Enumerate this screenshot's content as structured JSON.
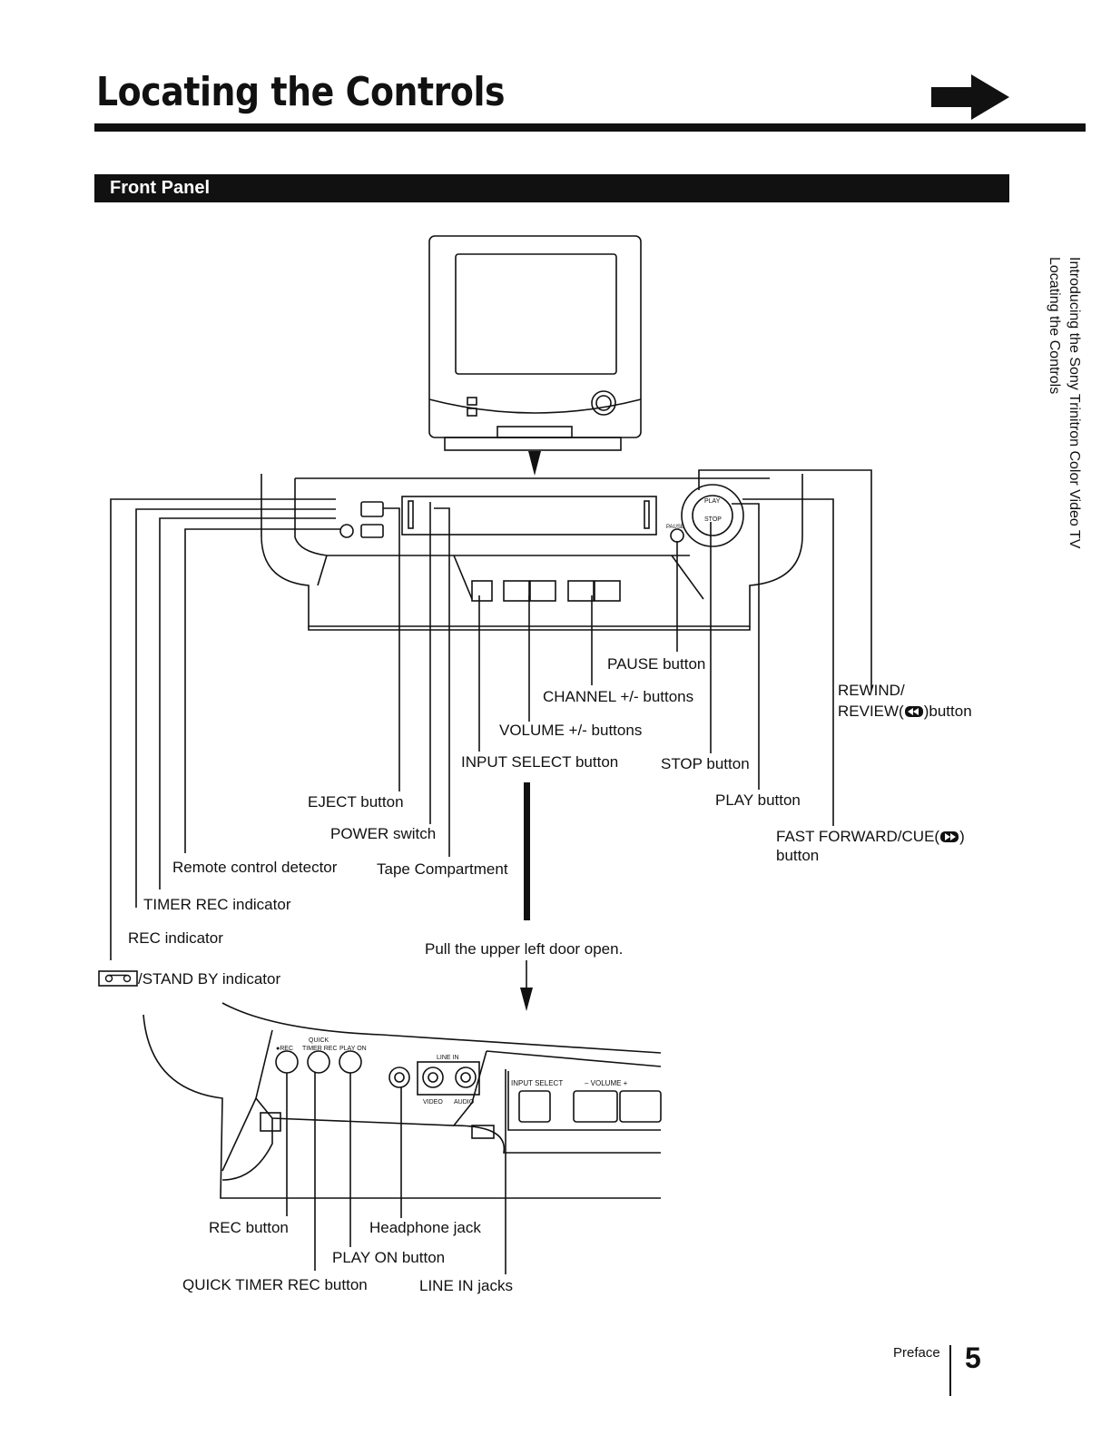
{
  "header": {
    "title": "Locating the Controls",
    "section": "Front Panel"
  },
  "side_tab": {
    "line1": "Introducing the Sony Trinitron Color Video TV",
    "line2": "Locating the Controls"
  },
  "labels": {
    "pause_button": "PAUSE button",
    "channel_buttons": "CHANNEL +/- buttons",
    "volume_buttons": "VOLUME +/- buttons",
    "input_select_button": "INPUT SELECT button",
    "stop_button": "STOP button",
    "rewind_line1": "REWIND/",
    "rewind_line2": "REVIEW(",
    "rewind_suffix": ")button",
    "play_button": "PLAY button",
    "eject_button": "EJECT button",
    "power_switch": "POWER switch",
    "ff_line1": "FAST FORWARD/CUE(",
    "ff_suffix": ")",
    "ff_line2": "button",
    "remote_detector": "Remote control detector",
    "tape_compartment": "Tape Compartment",
    "timer_rec_indicator": "TIMER REC indicator",
    "rec_indicator": "REC indicator",
    "stand_by_indicator": "/STAND BY indicator",
    "door_instruction": "Pull the upper left door open.",
    "rec_button": "REC button",
    "headphone_jack": "Headphone jack",
    "play_on_button": "PLAY ON button",
    "quick_timer_rec_button": "QUICK TIMER REC button",
    "line_in_jacks": "LINE IN jacks"
  },
  "panel_marks": {
    "play": "PLAY",
    "stop": "STOP",
    "pause": "PAUSE",
    "quick": "QUICK",
    "rec": "●REC",
    "timer_rec": "TIMER REC",
    "play_on": "PLAY ON",
    "line_in": "LINE IN",
    "video": "VIDEO",
    "audio": "AUDIO",
    "input_select": "INPUT SELECT",
    "volume": "– VOLUME +"
  },
  "footer": {
    "section": "Preface",
    "page": "5"
  }
}
